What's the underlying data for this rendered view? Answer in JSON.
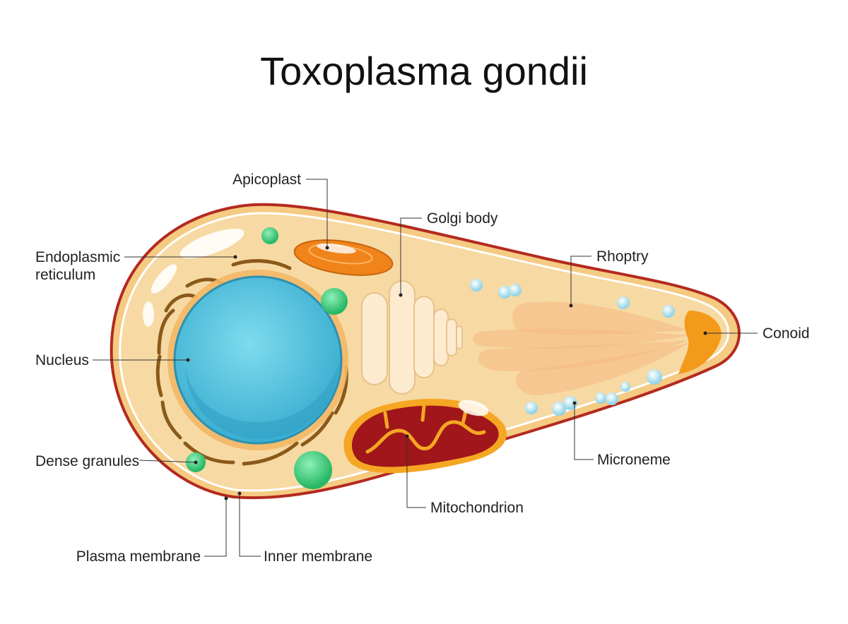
{
  "title": "Toxoplasma gondii",
  "labels": {
    "apicoplast": "Apicoplast",
    "golgi_body": "Golgi body",
    "rhoptry": "Rhoptry",
    "er_line1": "Endoplasmic",
    "er_line2": "reticulum",
    "nucleus": "Nucleus",
    "conoid": "Conoid",
    "dense_granules": "Dense granules",
    "microneme": "Microneme",
    "mitochondrion": "Mitochondrion",
    "plasma_membrane": "Plasma membrane",
    "inner_membrane": "Inner membrane"
  },
  "colors": {
    "plasma_membrane": "#b32a1f",
    "cytoplasm": "#f7d9a3",
    "nucleus": "#5cc8df",
    "mitochondrion": "#a0161a",
    "apicoplast": "#f0841a",
    "conoid": "#f39a1a",
    "dense_granule": "#3ed17b",
    "microneme": "#bfe9f4"
  }
}
